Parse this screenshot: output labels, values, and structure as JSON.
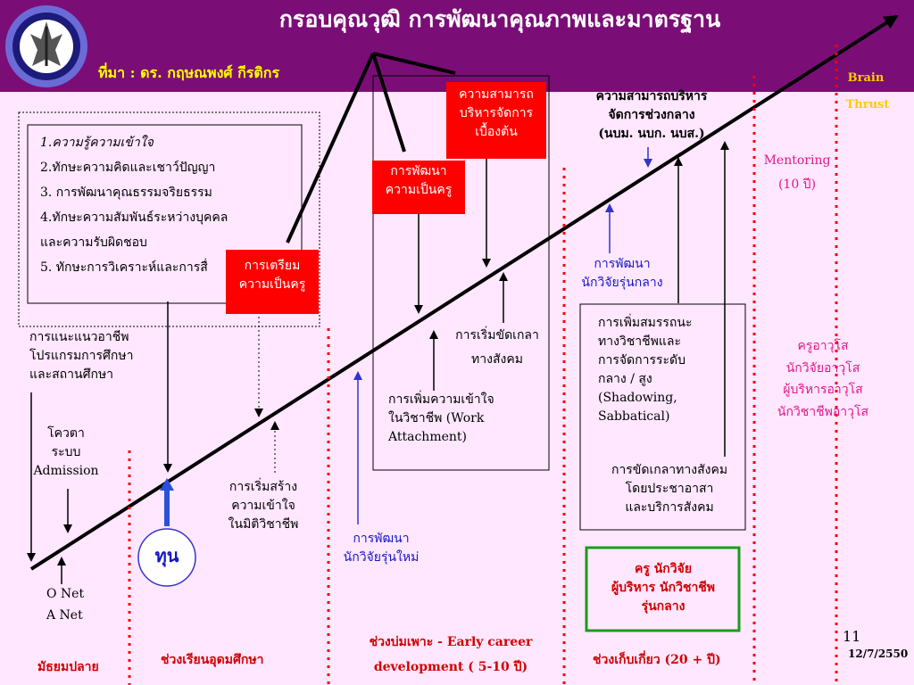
{
  "header": {
    "title": "กรอบคุณวุฒิ การพัฒนาคุณภาพและมาตรฐาน",
    "source": "ที่มา : ดร. กฤษณพงศ์ กีรติกร",
    "brain": "Brain",
    "thrust": "Thrust"
  },
  "skills": [
    "1.ความรู้ความเข้าใจ",
    "2.ทักษะความคิดและเชาว์ปัญญา",
    "3. การพัฒนาคุณธรรมจริยธรรม",
    "4.ทักษะความสัมพันธ์ระหว่างบุคคล",
    "และความรับผิดชอบ",
    "5. ทักษะการวิเคราะห์และการสื่"
  ],
  "boxes": {
    "prep": [
      "การเตรียม",
      "ความเป็นครู"
    ],
    "dev": [
      "การพัฒนา",
      "ความเป็นครู"
    ],
    "admin": [
      "ความสามารถ",
      "บริหารจัดการ",
      "เบื้องต้น"
    ]
  },
  "labels": {
    "guidance": [
      "การแนะแนวอาชีพ",
      "โปรแกรมการศึกษา",
      "และสถานศึกษา"
    ],
    "quota": [
      "โควตา",
      "ระบบ",
      "Admission"
    ],
    "onet": "O Net",
    "anet": "A Net",
    "tun": "ทุน",
    "understand": [
      "การเริ่มสร้าง",
      "ความเข้าใจ",
      "ในมิติวิชาชีพ"
    ],
    "newres": [
      "การพัฒนา",
      "นักวิจัยรุ่นใหม่"
    ],
    "work": [
      "การเพิ่มความเข้าใจ",
      "ในวิชาชีพ (Work",
      "Attachment)"
    ],
    "social_start": [
      "การเริ่มขัดเกลา",
      "ทางสังคม"
    ],
    "midadmin": [
      "ความสามารถบริหาร",
      "จัดการช่วงกลาง",
      "(นบม. นบก. นบส.)"
    ],
    "midres": [
      "การพัฒนา",
      "นักวิจัยรุ่นกลาง"
    ],
    "competency": [
      "การเพิ่มสมรรถนะ",
      "ทางวิชาชีพและ",
      "การจัดการระดับ",
      "กลาง / สูง",
      "(Shadowing,",
      "Sabbatical)"
    ],
    "social_serve": [
      "การขัดเกลาทางสังคม",
      "โดยประชาอาสา",
      "และบริการสังคม"
    ],
    "mentoring": [
      "Mentoring",
      "(10 ปี)"
    ],
    "senior": [
      "ครูอาวุโส",
      "นักวิจัยอาวุโส",
      "ผู้บริหารอาวุโส",
      "นักวิชาชีพอาวุโส"
    ],
    "midcareer": [
      "ครู นักวิจัย",
      "ผู้บริหาร นักวิชาชีพ",
      "รุ่นกลาง"
    ]
  },
  "stages": {
    "secondary": "มัธยมปลาย",
    "higher": "ช่วงเรียนอุดมศึกษา",
    "early": [
      "ช่วงบ่มเพาะ - Early career",
      "development ( 5-10 ปี)"
    ],
    "harvest": "ช่วงเก็บเกี่ยว (20 + ปี)"
  },
  "page_number": "11",
  "date": "12/7/2550",
  "colors": {
    "header_bg": "#7a0e76",
    "title": "#ffffff",
    "source": "#ffff00",
    "brain_thrust": "#ffcc00",
    "background": "#ffe7ff",
    "box_red": "#ff0000",
    "accent_blue": "#1515c8",
    "accent_pink": "#e0188a",
    "stage_red": "#d10000",
    "green_border": "#1a9c1a"
  }
}
